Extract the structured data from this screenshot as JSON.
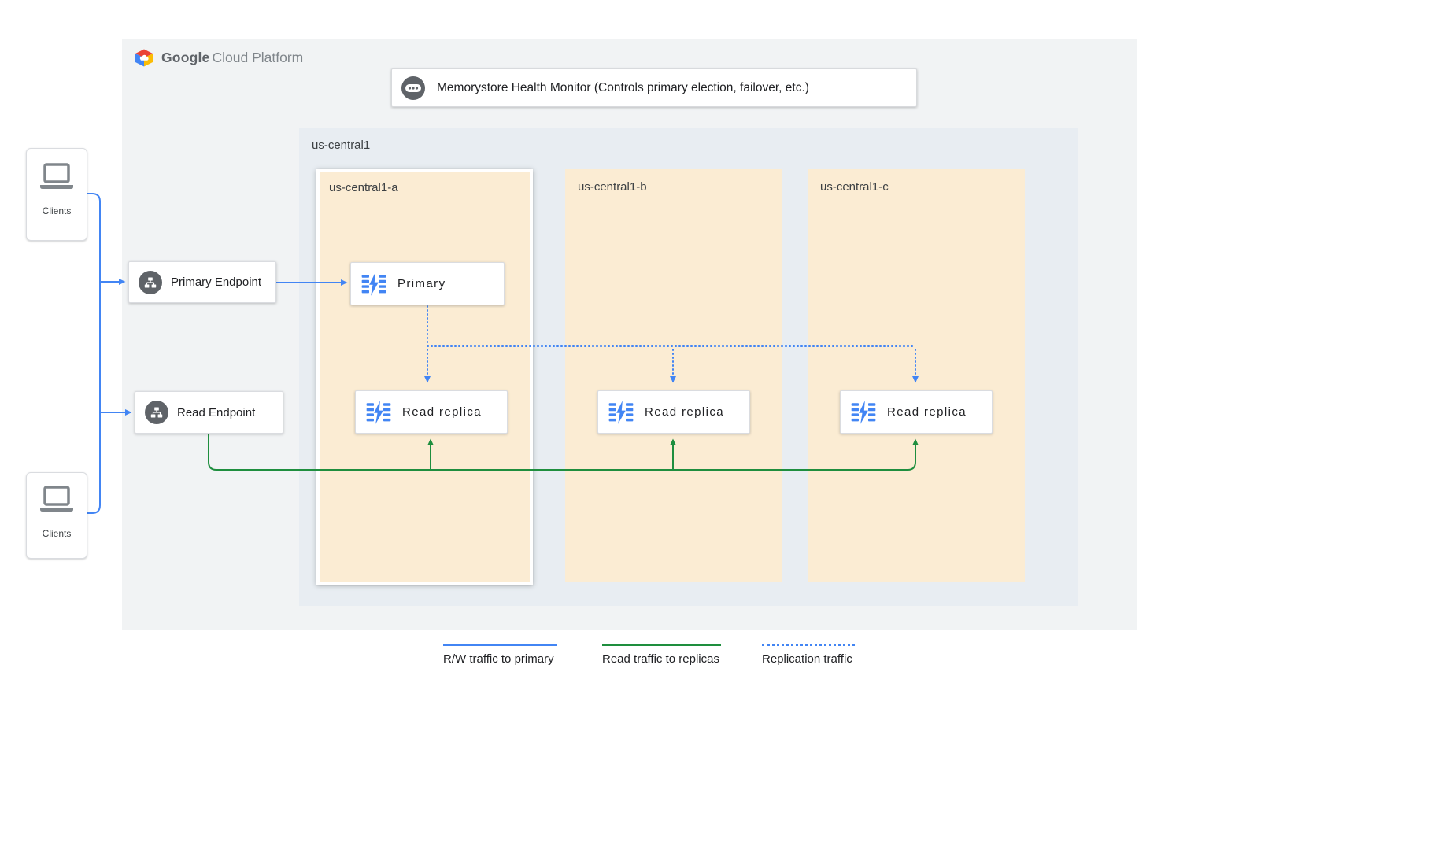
{
  "colors": {
    "rw_traffic_blue": "#4285F4",
    "read_traffic_green": "#1E8E3E",
    "replication_blue": "#4285F4",
    "panel_gray": "#F1F3F4",
    "region_gray_blue": "#E8EDF2",
    "zone_cream": "#FBECD3",
    "icon_dark_gray": "#5F6368"
  },
  "brand": {
    "google": "Google",
    "suffix": "Cloud Platform"
  },
  "health_monitor": {
    "label": "Memorystore Health Monitor (Controls primary election, failover, etc.)"
  },
  "clients_top": {
    "label": "Clients"
  },
  "clients_bottom": {
    "label": "Clients"
  },
  "endpoints": {
    "primary": {
      "label": "Primary Endpoint"
    },
    "read": {
      "label": "Read Endpoint"
    }
  },
  "region": {
    "label": "us-central1",
    "zones": [
      {
        "label": "us-central1-a",
        "primary_node": "Primary",
        "replica": "Read replica"
      },
      {
        "label": "us-central1-b",
        "replica": "Read replica"
      },
      {
        "label": "us-central1-c",
        "replica": "Read replica"
      }
    ]
  },
  "legend": {
    "rw": "R/W traffic to primary",
    "read": "Read traffic to replicas",
    "replication": "Replication traffic"
  }
}
